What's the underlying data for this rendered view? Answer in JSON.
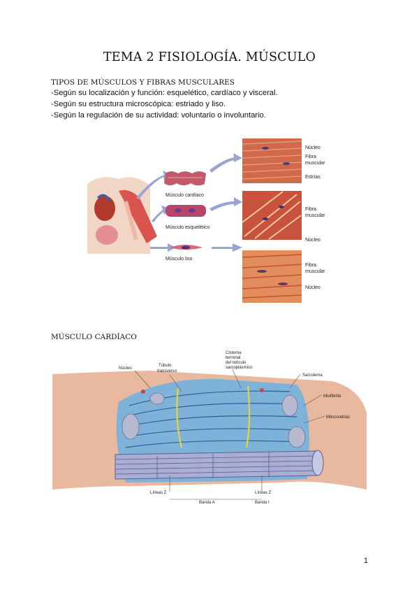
{
  "title": "TEMA 2 FISIOLOGÍA. MÚSCULO",
  "section1": {
    "heading": "TIPOS DE MÚSCULOS Y FIBRAS MUSCULARES",
    "lines": [
      "-Según su localización y función: esquelético, cardíaco y visceral.",
      "-Según su estructura microscópica: estriado y liso.",
      "-Según la regulación de su actividad: voluntario o involuntario."
    ]
  },
  "figure1": {
    "labels": {
      "cardiac": "Músculo cardíaco",
      "skeletal": "Músculo esquelético",
      "smooth": "Músculo liso",
      "nucleus1": "Núcleo",
      "fiber1a": "Fibra",
      "fiber1b": "muscular",
      "striae": "Estrías",
      "fiber2a": "Fibra",
      "fiber2b": "muscular",
      "nucleus2": "Núcleo",
      "fiber3a": "Fibra",
      "fiber3b": "muscular",
      "nucleus3": "Núcleo"
    }
  },
  "section2": {
    "heading": "MÚSCULO CARDÍACO"
  },
  "figure2": {
    "labels": {
      "nucleus": "Núcleo",
      "tubule1": "Túbulo",
      "tubule2": "transverso",
      "cistern1": "Cisterna",
      "cistern2": "terminal",
      "cistern3": "del retículo",
      "cistern4": "sarcoplásmico",
      "sarcolemma": "Sarcolema",
      "myofibril": "Miofibrilla",
      "mitochondria": "Mitocondrias",
      "zline1": "Líneas Z",
      "zline2": "Líneas Z",
      "bandA": "Banda A",
      "bandI": "Banda I"
    }
  },
  "page_number": "1",
  "colors": {
    "muscle_red": "#c8482e",
    "fiber_blue": "#7ea8d8",
    "tissue_pink": "#e7b7a1"
  }
}
